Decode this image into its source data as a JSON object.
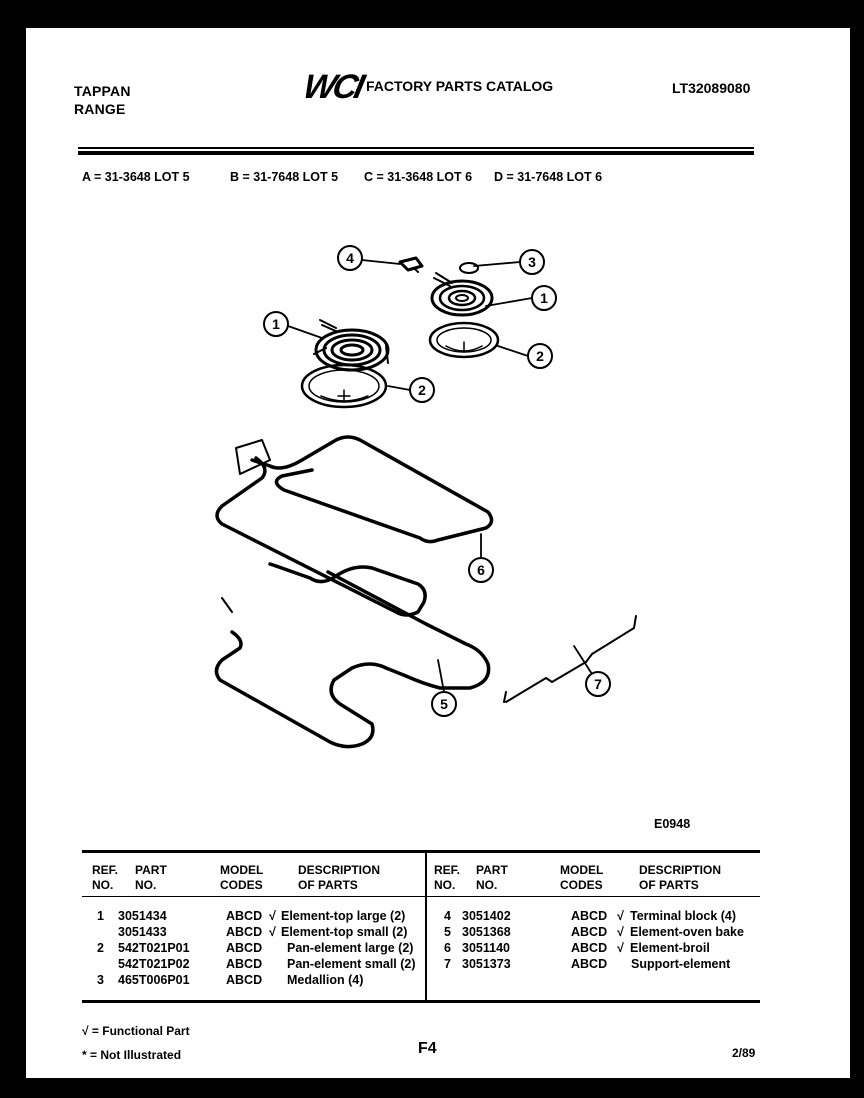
{
  "header": {
    "brand_line1": "TAPPAN",
    "brand_line2": "RANGE",
    "logo": "WCI",
    "title": "FACTORY PARTS CATALOG",
    "catalog_number": "LT32089080"
  },
  "model_lots": [
    {
      "code": "A",
      "label": "A = 31-3648 LOT 5"
    },
    {
      "code": "B",
      "label": "B = 31-7648 LOT 5"
    },
    {
      "code": "C",
      "label": "C = 31-3648 LOT 6"
    },
    {
      "code": "D",
      "label": "D = 31-7648 LOT 6"
    }
  ],
  "diagram": {
    "figure_id": "E0948",
    "callouts": [
      "1",
      "1",
      "2",
      "2",
      "3",
      "4",
      "5",
      "6",
      "7"
    ]
  },
  "table": {
    "headers": {
      "ref_line1": "REF.",
      "ref_line2": "NO.",
      "part_line1": "PART",
      "part_line2": "NO.",
      "model_line1": "MODEL",
      "model_line2": "CODES",
      "desc_line1": "DESCRIPTION",
      "desc_line2": "OF PARTS"
    },
    "left_rows": [
      {
        "ref": "1",
        "part": "3051434",
        "model": "ABCD",
        "functional": "√",
        "desc": "Element-top large (2)"
      },
      {
        "ref": "",
        "part": "3051433",
        "model": "ABCD",
        "functional": "√",
        "desc": "Element-top small (2)"
      },
      {
        "ref": "2",
        "part": "542T021P01",
        "model": "ABCD",
        "functional": "",
        "desc": "Pan-element large (2)"
      },
      {
        "ref": "",
        "part": "542T021P02",
        "model": "ABCD",
        "functional": "",
        "desc": "Pan-element small (2)"
      },
      {
        "ref": "3",
        "part": "465T006P01",
        "model": "ABCD",
        "functional": "",
        "desc": "Medallion (4)"
      }
    ],
    "right_rows": [
      {
        "ref": "4",
        "part": "3051402",
        "model": "ABCD",
        "functional": "√",
        "desc": "Terminal block (4)"
      },
      {
        "ref": "5",
        "part": "3051368",
        "model": "ABCD",
        "functional": "√",
        "desc": "Element-oven bake"
      },
      {
        "ref": "6",
        "part": "3051140",
        "model": "ABCD",
        "functional": "√",
        "desc": "Element-broil"
      },
      {
        "ref": "7",
        "part": "3051373",
        "model": "ABCD",
        "functional": "",
        "desc": "Support-element"
      }
    ]
  },
  "footer": {
    "legend_functional": "√ = Functional Part",
    "legend_not_illustrated": "* = Not Illustrated",
    "page_number": "F4",
    "date": "2/89"
  }
}
